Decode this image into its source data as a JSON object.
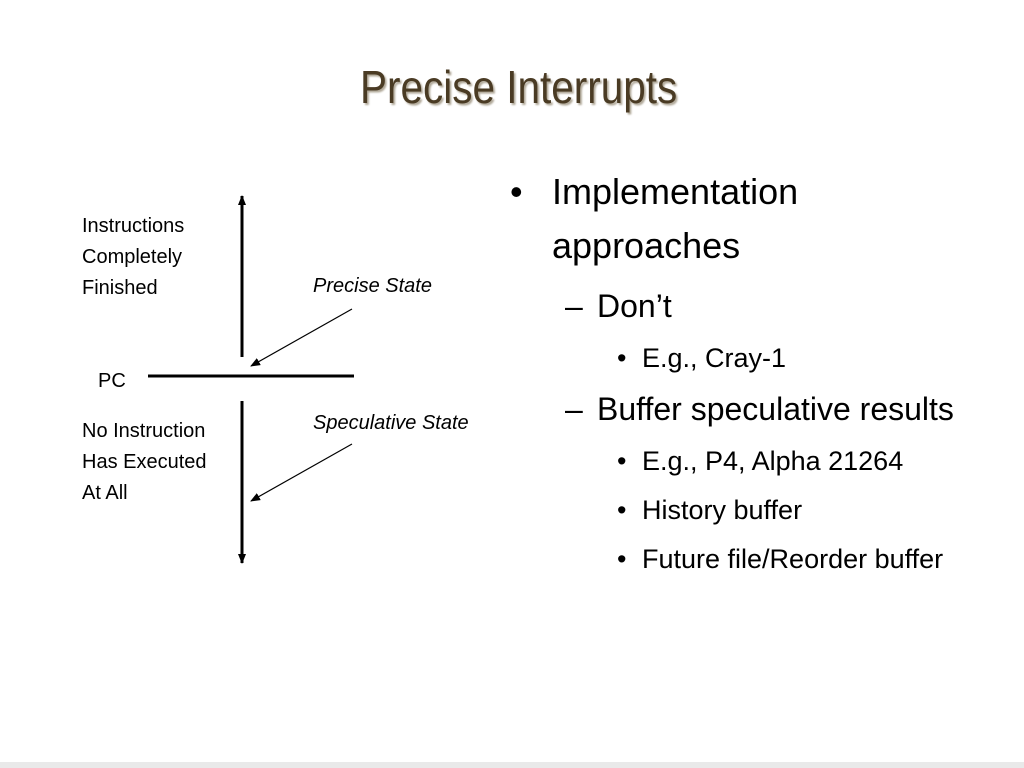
{
  "slide": {
    "title": "Precise Interrupts"
  },
  "diagram": {
    "top_label": [
      "Instructions",
      "Completely",
      "Finished"
    ],
    "pc_label": "PC",
    "bottom_label": [
      "No Instruction",
      "Has Executed",
      "At All"
    ],
    "precise_label": "Precise State",
    "speculative_label": "Speculative State"
  },
  "bullets": {
    "level1": [
      "Implementation",
      "approaches"
    ],
    "items": [
      {
        "text": "Don’t",
        "sub": [
          "E.g., Cray-1"
        ]
      },
      {
        "text": "Buffer speculative results",
        "sub": [
          "E.g., P4, Alpha 21264",
          "History buffer",
          "Future file/Reorder buffer"
        ]
      }
    ]
  }
}
